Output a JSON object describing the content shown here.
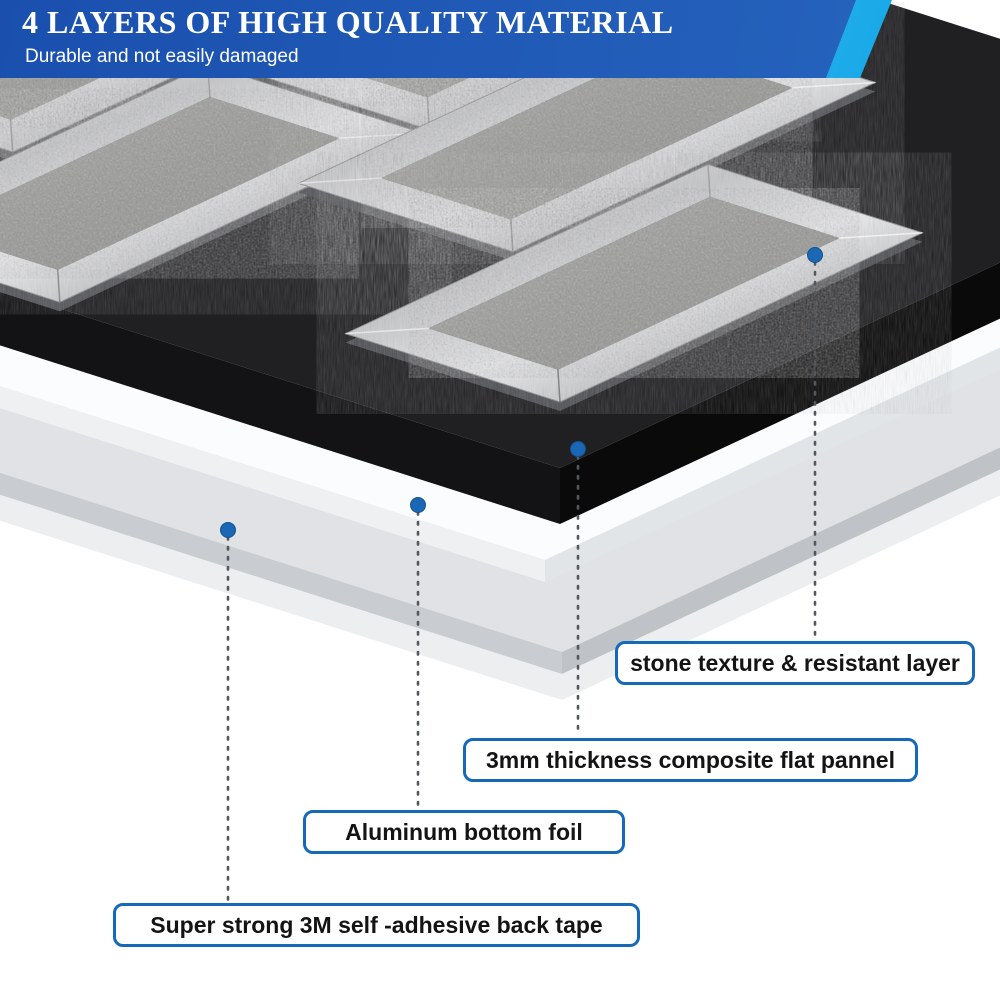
{
  "banner": {
    "title": "4 LAYERS OF HIGH QUALITY MATERIAL",
    "subtitle": "Durable and not easily damaged",
    "bg_color": "#1f57b5",
    "accent_color": "#35c0f0"
  },
  "diagram": {
    "type": "exploded-layer-diagram",
    "dot_color": "#1b67b5",
    "label_border_color": "#1668b8",
    "leader_line_style": "dotted",
    "layers": [
      {
        "id": "stone",
        "label": "stone texture & resistant layer"
      },
      {
        "id": "panel",
        "label": "3mm thickness composite flat pannel"
      },
      {
        "id": "foil",
        "label": "Aluminum bottom foil"
      },
      {
        "id": "tape",
        "label": "Super strong 3M self -adhesive back tape"
      }
    ],
    "icons": [
      "layer-dot-stone",
      "layer-dot-panel",
      "layer-dot-foil",
      "layer-dot-tape"
    ]
  }
}
